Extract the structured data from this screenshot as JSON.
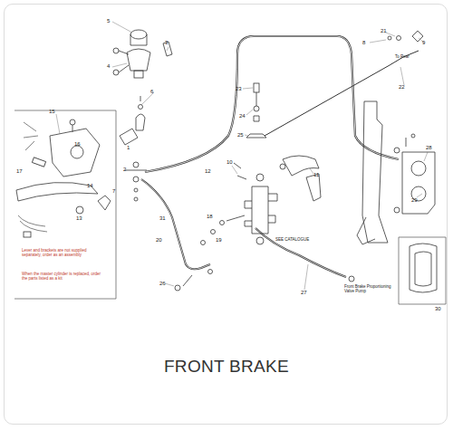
{
  "diagram": {
    "caption": "FRONT BRAKE",
    "labels": [
      "5",
      "4",
      "3",
      "6",
      "15",
      "16",
      "17",
      "2",
      "1",
      "13",
      "14",
      "7",
      "8",
      "21",
      "9",
      "22",
      "23",
      "24",
      "25",
      "10",
      "11",
      "18",
      "19",
      "20",
      "26",
      "27",
      "12",
      "28",
      "29",
      "30",
      "31",
      "Lever and brackets are not supplied separately, order as an assembly",
      "When the master cylinder is replaced, order the parts listed as a kit",
      "SEE CATALOGUE",
      "Front Brake Proportioning Valve Pump",
      "To Rear"
    ]
  }
}
